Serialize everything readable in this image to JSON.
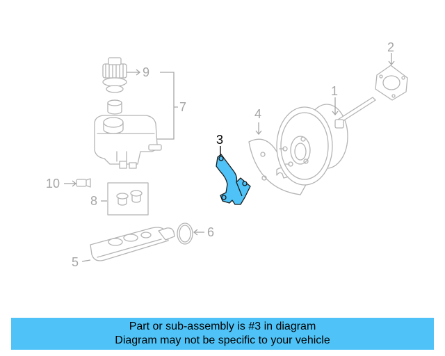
{
  "callouts": {
    "c1": "1",
    "c2": "2",
    "c3": "3",
    "c4": "4",
    "c5": "5",
    "c6": "6",
    "c7": "7",
    "c8": "8",
    "c9": "9",
    "c10": "10"
  },
  "banner": {
    "line1": "Part or sub-assembly is #3 in diagram",
    "line2": "Diagram may not be specific to your vehicle"
  },
  "colors": {
    "highlight": "#4fc3f7",
    "line_art": "#b4b4b4",
    "callout_text": "#a6a6a6"
  }
}
